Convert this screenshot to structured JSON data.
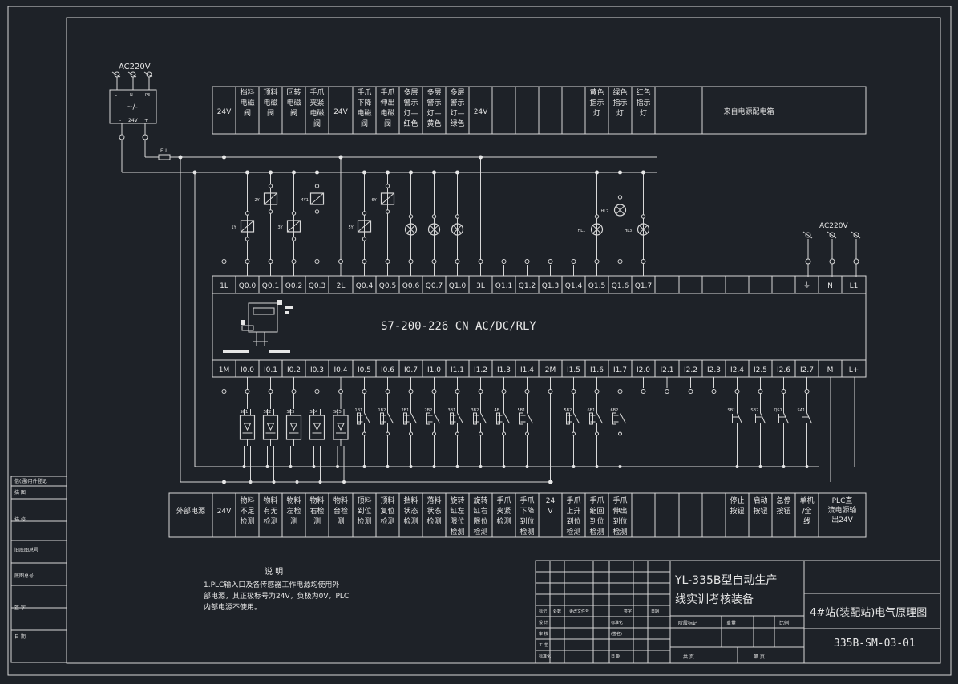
{
  "plc_model": "S7-200-226 CN AC/DC/RLY",
  "power_supply": {
    "label": "AC220V",
    "terminals": [
      "L",
      "N",
      "PE"
    ],
    "converter": "~/-",
    "output": "24V",
    "out_minus": "-",
    "out_plus": "+"
  },
  "right_supply_label": "AC220V",
  "fuse_label": "FU",
  "output_terminals": [
    "1L",
    "Q0.0",
    "Q0.1",
    "Q0.2",
    "Q0.3",
    "2L",
    "Q0.4",
    "Q0.5",
    "Q0.6",
    "Q0.7",
    "Q1.0",
    "3L",
    "Q1.1",
    "Q1.2",
    "Q1.3",
    "Q1.4",
    "Q1.5",
    "Q1.6",
    "Q1.7",
    "",
    "",
    "",
    "",
    "",
    "",
    "",
    "⏚",
    "N",
    "L1"
  ],
  "input_terminals": [
    "1M",
    "I0.0",
    "I0.1",
    "I0.2",
    "I0.3",
    "I0.4",
    "I0.5",
    "I0.6",
    "I0.7",
    "I1.0",
    "I1.1",
    "I1.2",
    "I1.3",
    "I1.4",
    "2M",
    "I1.5",
    "I1.6",
    "I1.7",
    "I2.0",
    "I2.1",
    "I2.2",
    "I2.3",
    "I2.4",
    "I2.5",
    "I2.6",
    "I2.7",
    "M",
    "L+"
  ],
  "top_header": [
    {
      "text": "24V",
      "cols": 1
    },
    {
      "text": "挡料电磁阀",
      "cols": 1
    },
    {
      "text": "顶料电磁阀",
      "cols": 1
    },
    {
      "text": "回转电磁阀",
      "cols": 1
    },
    {
      "text": "手爪夹紧电磁阀",
      "cols": 1
    },
    {
      "text": "24V",
      "cols": 1
    },
    {
      "text": "手爪下降电磁阀",
      "cols": 1
    },
    {
      "text": "手爪伸出电磁阀",
      "cols": 1
    },
    {
      "text": "多层警示灯—红色",
      "cols": 1
    },
    {
      "text": "多层警示灯—黄色",
      "cols": 1
    },
    {
      "text": "多层警示灯—绿色",
      "cols": 1
    },
    {
      "text": "24V",
      "cols": 1
    },
    {
      "text": "",
      "cols": 1
    },
    {
      "text": "",
      "cols": 1
    },
    {
      "text": "",
      "cols": 1
    },
    {
      "text": "",
      "cols": 1
    },
    {
      "text": "黄色指示灯",
      "cols": 1
    },
    {
      "text": "绿色指示灯",
      "cols": 1
    },
    {
      "text": "红色指示灯",
      "cols": 1
    },
    {
      "text": "",
      "cols": 2
    },
    {
      "text": "来自电源配电箱",
      "cols": 4
    }
  ],
  "bottom_header": [
    {
      "text": "外部电源",
      "cols": 2
    },
    {
      "text": "24V",
      "cols": 1
    },
    {
      "text": "物料不足检测",
      "cols": 1
    },
    {
      "text": "物料有无检测",
      "cols": 1
    },
    {
      "text": "物料左检测",
      "cols": 1
    },
    {
      "text": "物料右检测",
      "cols": 1
    },
    {
      "text": "物料台检测",
      "cols": 1
    },
    {
      "text": "顶料到位检测",
      "cols": 1
    },
    {
      "text": "顶料复位检测",
      "cols": 1
    },
    {
      "text": "挡料状态检测",
      "cols": 1
    },
    {
      "text": "落料状态检测",
      "cols": 1
    },
    {
      "text": "旋转缸左限位检测",
      "cols": 1
    },
    {
      "text": "旋转缸右限位检测",
      "cols": 1
    },
    {
      "text": "手爪夹紧检测",
      "cols": 1
    },
    {
      "text": "手爪下降到位检测",
      "cols": 1
    },
    {
      "text": "24V",
      "cols": 1
    },
    {
      "text": "手爪上升到位检测",
      "cols": 1
    },
    {
      "text": "手爪缩回到位检测",
      "cols": 1
    },
    {
      "text": "手爪伸出到位检测",
      "cols": 1
    },
    {
      "text": "",
      "cols": 1
    },
    {
      "text": "",
      "cols": 1
    },
    {
      "text": "",
      "cols": 1
    },
    {
      "text": "",
      "cols": 1
    },
    {
      "text": "停止按钮",
      "cols": 1
    },
    {
      "text": "启动按钮",
      "cols": 1
    },
    {
      "text": "急停按钮",
      "cols": 1
    },
    {
      "text": "单机/全线",
      "cols": 1
    },
    {
      "text": "PLC直流电源输出24V",
      "cols": 2
    }
  ],
  "output_devices": [
    {
      "terminal": "Q0.0",
      "tag": "1Y",
      "type": "coil"
    },
    {
      "terminal": "Q0.1",
      "tag": "2Y",
      "type": "coil"
    },
    {
      "terminal": "Q0.2",
      "tag": "3Y",
      "type": "coil"
    },
    {
      "terminal": "Q0.3",
      "tag": "4Y1",
      "type": "coil"
    },
    {
      "terminal": "Q0.4",
      "tag": "5Y",
      "type": "coil"
    },
    {
      "terminal": "Q0.5",
      "tag": "6Y",
      "type": "coil"
    },
    {
      "terminal": "Q0.6",
      "tag": "",
      "type": "lamp"
    },
    {
      "terminal": "Q0.7",
      "tag": "",
      "type": "lamp"
    },
    {
      "terminal": "Q1.0",
      "tag": "",
      "type": "lamp"
    },
    {
      "terminal": "Q1.5",
      "tag": "HL1",
      "type": "lamp"
    },
    {
      "terminal": "Q1.6",
      "tag": "HL2",
      "type": "lamp"
    },
    {
      "terminal": "Q1.7",
      "tag": "HL3",
      "type": "lamp"
    }
  ],
  "input_devices": [
    {
      "terminal": "I0.0",
      "tag": "SC1",
      "type": "sensor"
    },
    {
      "terminal": "I0.1",
      "tag": "SC2",
      "type": "sensor"
    },
    {
      "terminal": "I0.2",
      "tag": "SC3",
      "type": "sensor"
    },
    {
      "terminal": "I0.3",
      "tag": "SC4",
      "type": "sensor"
    },
    {
      "terminal": "I0.4",
      "tag": "SC5",
      "type": "sensor"
    },
    {
      "terminal": "I0.5",
      "tag": "1B1",
      "type": "switch"
    },
    {
      "terminal": "I0.6",
      "tag": "1B2",
      "type": "switch"
    },
    {
      "terminal": "I0.7",
      "tag": "2B1",
      "type": "switch"
    },
    {
      "terminal": "I1.0",
      "tag": "2B2",
      "type": "switch"
    },
    {
      "terminal": "I1.1",
      "tag": "3B1",
      "type": "switch"
    },
    {
      "terminal": "I1.2",
      "tag": "3B2",
      "type": "switch"
    },
    {
      "terminal": "I1.3",
      "tag": "4B",
      "type": "switch"
    },
    {
      "terminal": "I1.4",
      "tag": "5B1",
      "type": "switch"
    },
    {
      "terminal": "I1.5",
      "tag": "5B2",
      "type": "switch"
    },
    {
      "terminal": "I1.6",
      "tag": "6B1",
      "type": "switch"
    },
    {
      "terminal": "I1.7",
      "tag": "6B2",
      "type": "switch"
    },
    {
      "terminal": "I2.4",
      "tag": "SB1",
      "type": "button"
    },
    {
      "terminal": "I2.5",
      "tag": "SB2",
      "type": "button"
    },
    {
      "terminal": "I2.6",
      "tag": "QS1",
      "type": "button"
    },
    {
      "terminal": "I2.7",
      "tag": "SA1",
      "type": "button"
    }
  ],
  "notes": {
    "title": "说    明",
    "lines": [
      "1.PLC输入口及各传感器工作电源均使用外",
      "部电源，其正极标号为24V，负极为0V，PLC",
      "内部电源不使用。"
    ]
  },
  "left_strip": [
    "借(通)用件登记",
    "描    图",
    "描    校",
    "旧底图总号",
    "底图总号",
    "签    字",
    "日    期"
  ],
  "title_block": {
    "title_line1": "YL-335B型自动生产",
    "title_line2": "线实训考核装备",
    "drawing_name": "4#站(装配站)电气原理图",
    "drawing_no": "335B-SM-03-01",
    "row_labels": [
      "标记",
      "处数",
      "更改文件号",
      "签字",
      "日期"
    ],
    "sign_labels": [
      "设  计",
      "审  核",
      "工  艺",
      "标准化",
      "(签名)",
      "日  期"
    ],
    "stage_labels": [
      "阶段标记",
      "重量",
      "比例"
    ],
    "sheet_labels": [
      "共      页",
      "第      页"
    ]
  }
}
